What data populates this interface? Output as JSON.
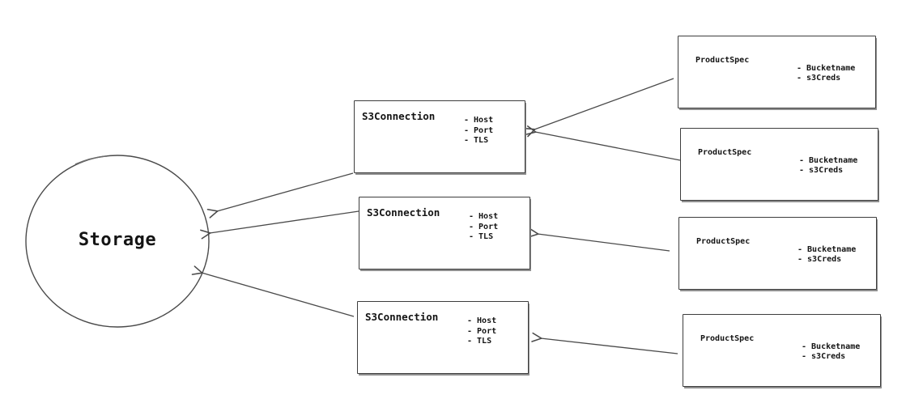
{
  "colors": {
    "stroke": "#3d3d3d",
    "arrow": "#4a4a4a",
    "background": "#ffffff",
    "text": "#141414"
  },
  "diagram": {
    "storage": {
      "label": "Storage"
    },
    "s3_connections": [
      {
        "title": "S3Connection",
        "attributes": [
          "- Host",
          "- Port",
          "- TLS"
        ]
      },
      {
        "title": "S3Connection",
        "attributes": [
          "- Host",
          "- Port",
          "- TLS"
        ]
      },
      {
        "title": "S3Connection",
        "attributes": [
          "- Host",
          "- Port",
          "- TLS"
        ]
      }
    ],
    "product_specs": [
      {
        "title": "ProductSpec",
        "attributes": [
          "- Bucketname",
          "- s3Creds"
        ]
      },
      {
        "title": "ProductSpec",
        "attributes": [
          "- Bucketname",
          "- s3Creds"
        ]
      },
      {
        "title": "ProductSpec",
        "attributes": [
          "- Bucketname",
          "- s3Creds"
        ]
      },
      {
        "title": "ProductSpec",
        "attributes": [
          "- Bucketname",
          "- s3Creds"
        ]
      }
    ]
  }
}
